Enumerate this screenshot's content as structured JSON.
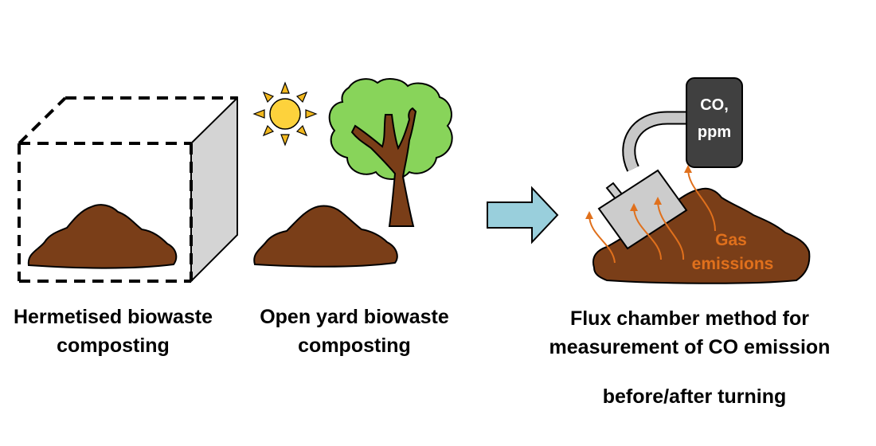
{
  "panels": {
    "hermetised": {
      "caption_line1": "Hermetised biowaste",
      "caption_line2": "composting"
    },
    "open_yard": {
      "caption_line1": "Open yard biowaste",
      "caption_line2": "composting"
    },
    "flux": {
      "caption_line1": "Flux chamber method for",
      "caption_line2": "measurement of CO emission",
      "caption_line3": "before/after turning",
      "meter_line1": "CO,",
      "meter_line2": "ppm",
      "gas_line1": "Gas",
      "gas_line2": "emissions"
    }
  },
  "icons": {
    "container": "dashed-box-icon",
    "sun": "sun-icon",
    "tree": "tree-icon",
    "compost": "compost-pile-icon",
    "arrow": "right-arrow-icon",
    "meter": "gas-meter-icon",
    "chamber": "flux-chamber-icon"
  },
  "colors": {
    "compost": "#7a3e18",
    "leaves": "#88d45a",
    "trunk": "#7a3e18",
    "sun": "#fdd23c",
    "sun_rays": "#f2b81e",
    "arrow": "#99cfdc",
    "box_side": "#d4d4d4",
    "chamber": "#cccccc",
    "meter": "#404040",
    "gas": "#e0701c"
  }
}
